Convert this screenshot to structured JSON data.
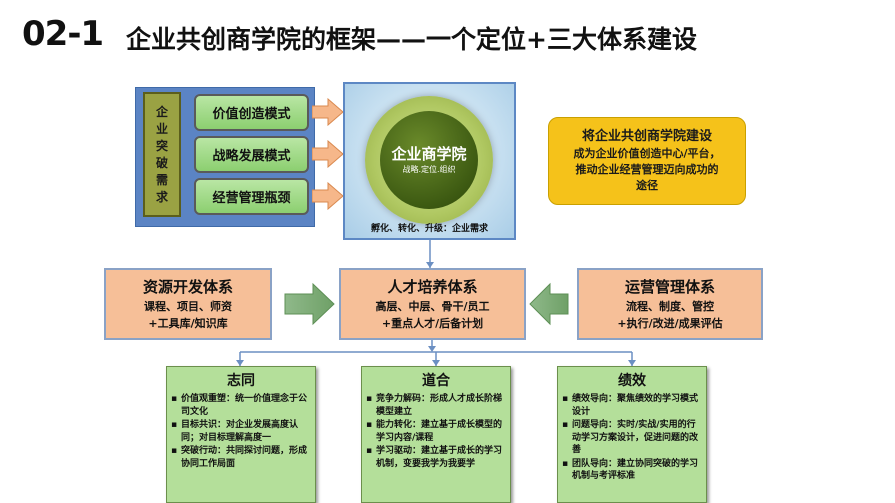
{
  "title": {
    "number": "02-1",
    "text": "企业共创商学院的框架——一个定位+三大体系建设"
  },
  "demand": {
    "label_chars": [
      "企",
      "业",
      "突",
      "破",
      "需",
      "求"
    ],
    "items": [
      "价值创造模式",
      "战略发展模式",
      "经营管理瓶颈"
    ]
  },
  "academy": {
    "title": "企业商学院",
    "subtitle": "战略.定位.组织",
    "caption": "孵化、转化、升级：企业需求"
  },
  "positioning": {
    "lines": [
      "将企业共创商学院建设",
      "成为企业价值创造中心/平台，",
      "推动企业经营管理迈向成功的",
      "途径"
    ]
  },
  "resource": {
    "heading": "资源开发体系",
    "lines": [
      "课程、项目、师资",
      "+工具库/知识库"
    ]
  },
  "talent": {
    "heading": "人才培养体系",
    "lines": [
      "高层、中层、骨干/员工",
      "+重点人才/后备计划"
    ]
  },
  "operation": {
    "heading": "运营管理体系",
    "lines": [
      "流程、制度、管控",
      "+执行/改进/成果评估"
    ]
  },
  "zhitong": {
    "heading": "志同",
    "items": [
      "价值观重塑：统一价值理念于公司文化",
      "目标共识：对企业发展高度认同；对目标理解高度一",
      "突破行动：共同探讨问题，形成协同工作局面"
    ]
  },
  "daohe": {
    "heading": "道合",
    "items": [
      "竞争力解码：形成人才成长阶梯模型建立",
      "能力转化：建立基于成长模型的学习内容/课程",
      "学习驱动：建立基于成长的学习机制，变要我学为我要学"
    ]
  },
  "jixiao": {
    "heading": "绩效",
    "items": [
      "绩效导向：聚焦绩效的学习模式设计",
      "问题导向：实时/实战/实用的行动学习方案设计，促进问题的改善",
      "团队导向：建立协同突破的学习机制与考评标准"
    ]
  },
  "colors": {
    "demand_blue": "#5b84c4",
    "green_item": "#8ccf70",
    "orange_arrow": "#f6b78a",
    "academy_core": "#3d5a12",
    "positioning_yellow": "#f5c21a",
    "peach_box": "#f6bf98",
    "green_box": "#b4df9a",
    "connector_blue": "#6b8fc2"
  }
}
